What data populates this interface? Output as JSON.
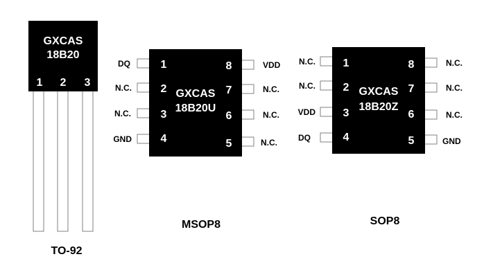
{
  "colors": {
    "chip_body": "#000000",
    "chip_text": "#ffffff",
    "pin_outline": "#808080",
    "label_text": "#000000",
    "background": "#ffffff"
  },
  "to92": {
    "chip_line1": "GXCAS",
    "chip_line2": "18B20",
    "pin_numbers": [
      "1",
      "2",
      "3"
    ],
    "package_label": "TO-92"
  },
  "msop8": {
    "chip_line1": "GXCAS",
    "chip_line2": "18B20U",
    "left_pins": [
      {
        "number": "1",
        "label": "DQ"
      },
      {
        "number": "2",
        "label": "N.C."
      },
      {
        "number": "3",
        "label": "N.C."
      },
      {
        "number": "4",
        "label": "GND"
      }
    ],
    "right_pins": [
      {
        "number": "8",
        "label": "VDD"
      },
      {
        "number": "7",
        "label": "N.C."
      },
      {
        "number": "6",
        "label": "N.C."
      },
      {
        "number": "5",
        "label": "N.C."
      }
    ],
    "package_label": "MSOP8"
  },
  "sop8": {
    "chip_line1": "GXCAS",
    "chip_line2": "18B20Z",
    "left_pins": [
      {
        "number": "1",
        "label": "N.C."
      },
      {
        "number": "2",
        "label": "N.C."
      },
      {
        "number": "3",
        "label": "VDD"
      },
      {
        "number": "4",
        "label": "DQ"
      }
    ],
    "right_pins": [
      {
        "number": "8",
        "label": "N.C."
      },
      {
        "number": "7",
        "label": "N.C."
      },
      {
        "number": "6",
        "label": "N.C."
      },
      {
        "number": "5",
        "label": "GND"
      }
    ],
    "package_label": "SOP8"
  }
}
